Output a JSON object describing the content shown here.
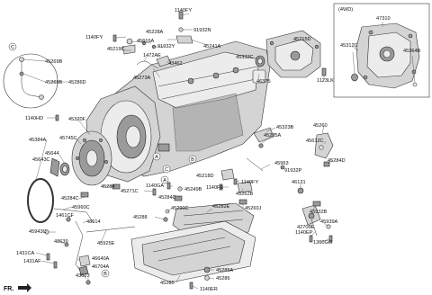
{
  "box_4wd_label": "(4WD)",
  "direction_label": "FR.",
  "labels": [
    {
      "id": "l1140fy_top",
      "text": "1140FY"
    },
    {
      "id": "l91932n",
      "text": "91932N"
    },
    {
      "id": "l1140fy_a",
      "text": "1140FY"
    },
    {
      "id": "l45228a",
      "text": "45228A"
    },
    {
      "id": "l45616a",
      "text": "45616A"
    },
    {
      "id": "l91932y",
      "text": "91932Y"
    },
    {
      "id": "l45219c",
      "text": "45219C"
    },
    {
      "id": "l1472ae",
      "text": "1472AE"
    },
    {
      "id": "l43462",
      "text": "43462"
    },
    {
      "id": "l45241a",
      "text": "45241A"
    },
    {
      "id": "l45215d",
      "text": "45215D"
    },
    {
      "id": "l45332c",
      "text": "45332C"
    },
    {
      "id": "l45273a",
      "text": "45273A"
    },
    {
      "id": "l46375",
      "text": "46375"
    },
    {
      "id": "l1123lk",
      "text": "1123LK"
    },
    {
      "id": "l45269b_1",
      "text": "45269B"
    },
    {
      "id": "l45269b_2",
      "text": "45269B"
    },
    {
      "id": "l45286d",
      "text": "45286D"
    },
    {
      "id": "l1140hd",
      "text": "1140HD"
    },
    {
      "id": "l45320f",
      "text": "45320F"
    },
    {
      "id": "l45745c",
      "text": "45745C"
    },
    {
      "id": "l45384a",
      "text": "45384A"
    },
    {
      "id": "l45644",
      "text": "45644"
    },
    {
      "id": "l45643c",
      "text": "45643C"
    },
    {
      "id": "l45323b",
      "text": "45323B"
    },
    {
      "id": "l45235a",
      "text": "45235A"
    },
    {
      "id": "l45260",
      "text": "45260"
    },
    {
      "id": "l45612c",
      "text": "45612C"
    },
    {
      "id": "l45284d",
      "text": "45284D"
    },
    {
      "id": "l45963",
      "text": "45963"
    },
    {
      "id": "l91932p",
      "text": "91932P"
    },
    {
      "id": "l45218d",
      "text": "45218D"
    },
    {
      "id": "l1140fy_b",
      "text": "1140FY"
    },
    {
      "id": "l1140fe",
      "text": "1140FE"
    },
    {
      "id": "l45262b",
      "text": "45262B"
    },
    {
      "id": "l46131",
      "text": "46131"
    },
    {
      "id": "l45284",
      "text": "45284"
    },
    {
      "id": "l45284c_1",
      "text": "45284C"
    },
    {
      "id": "l45271c",
      "text": "45271C"
    },
    {
      "id": "l1140ga",
      "text": "1140GA"
    },
    {
      "id": "l45249b",
      "text": "45249B"
    },
    {
      "id": "l45284c_2",
      "text": "45284C"
    },
    {
      "id": "l45960c",
      "text": "45960C"
    },
    {
      "id": "l1461cf",
      "text": "1461CF"
    },
    {
      "id": "l48614",
      "text": "48614"
    },
    {
      "id": "l45943c",
      "text": "45943C"
    },
    {
      "id": "l48639",
      "text": "48639"
    },
    {
      "id": "l45925e",
      "text": "45925E"
    },
    {
      "id": "l45290c",
      "text": "45290C"
    },
    {
      "id": "l45282e",
      "text": "45282E"
    },
    {
      "id": "l45288",
      "text": "45288"
    },
    {
      "id": "l45260j",
      "text": "45260J"
    },
    {
      "id": "l45932b",
      "text": "45932B"
    },
    {
      "id": "l42700e",
      "text": "42700E"
    },
    {
      "id": "l45939a",
      "text": "45939A"
    },
    {
      "id": "l1140ep",
      "text": "1140EP"
    },
    {
      "id": "l1360gg",
      "text": "1360GG"
    },
    {
      "id": "l1431ca",
      "text": "1431CA"
    },
    {
      "id": "l1431af",
      "text": "1431AF"
    },
    {
      "id": "l46640a",
      "text": "46640A"
    },
    {
      "id": "l46704a",
      "text": "46704A"
    },
    {
      "id": "l43623",
      "text": "43623"
    },
    {
      "id": "l45280",
      "text": "45280"
    },
    {
      "id": "l45285a",
      "text": "45285A"
    },
    {
      "id": "l45286",
      "text": "45286"
    },
    {
      "id": "l1140er",
      "text": "1140ER"
    },
    {
      "id": "l47310",
      "text": "47310"
    },
    {
      "id": "l45312c",
      "text": "45312C"
    },
    {
      "id": "l45364b",
      "text": "45364B"
    }
  ],
  "callouts": [
    {
      "id": "cA1",
      "text": "A"
    },
    {
      "id": "cB1",
      "text": "B"
    },
    {
      "id": "cC1",
      "text": "C"
    },
    {
      "id": "cA2",
      "text": "A"
    },
    {
      "id": "cB2",
      "text": "B"
    },
    {
      "id": "cC2",
      "text": "C"
    }
  ]
}
